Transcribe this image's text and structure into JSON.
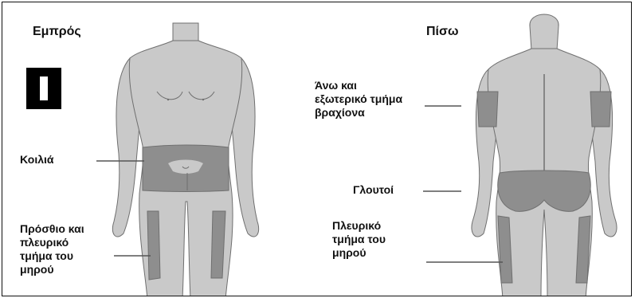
{
  "headers": {
    "front": "Εμπρός",
    "back": "Πίσω"
  },
  "marker": {
    "icon": "roman-numeral-one-icon",
    "shape": "black square with white bar"
  },
  "labels": {
    "abdomen": "Κοιλιά",
    "front_thigh": [
      "Πρόσθιο και",
      "πλευρικό",
      "τμήμα του",
      "μηρού"
    ],
    "upper_arm": [
      "Άνω και",
      "εξωτερικό τμήμα",
      "βραχίονα"
    ],
    "buttocks": "Γλουτοί",
    "side_thigh": [
      "Πλευρικό",
      "τμήμα του",
      "μηρού"
    ]
  },
  "colors": {
    "body": "#c9c9c9",
    "zone": "#8e8e8e",
    "outline": "#6f6f6f",
    "leader": "#555555",
    "text": "#111111"
  }
}
